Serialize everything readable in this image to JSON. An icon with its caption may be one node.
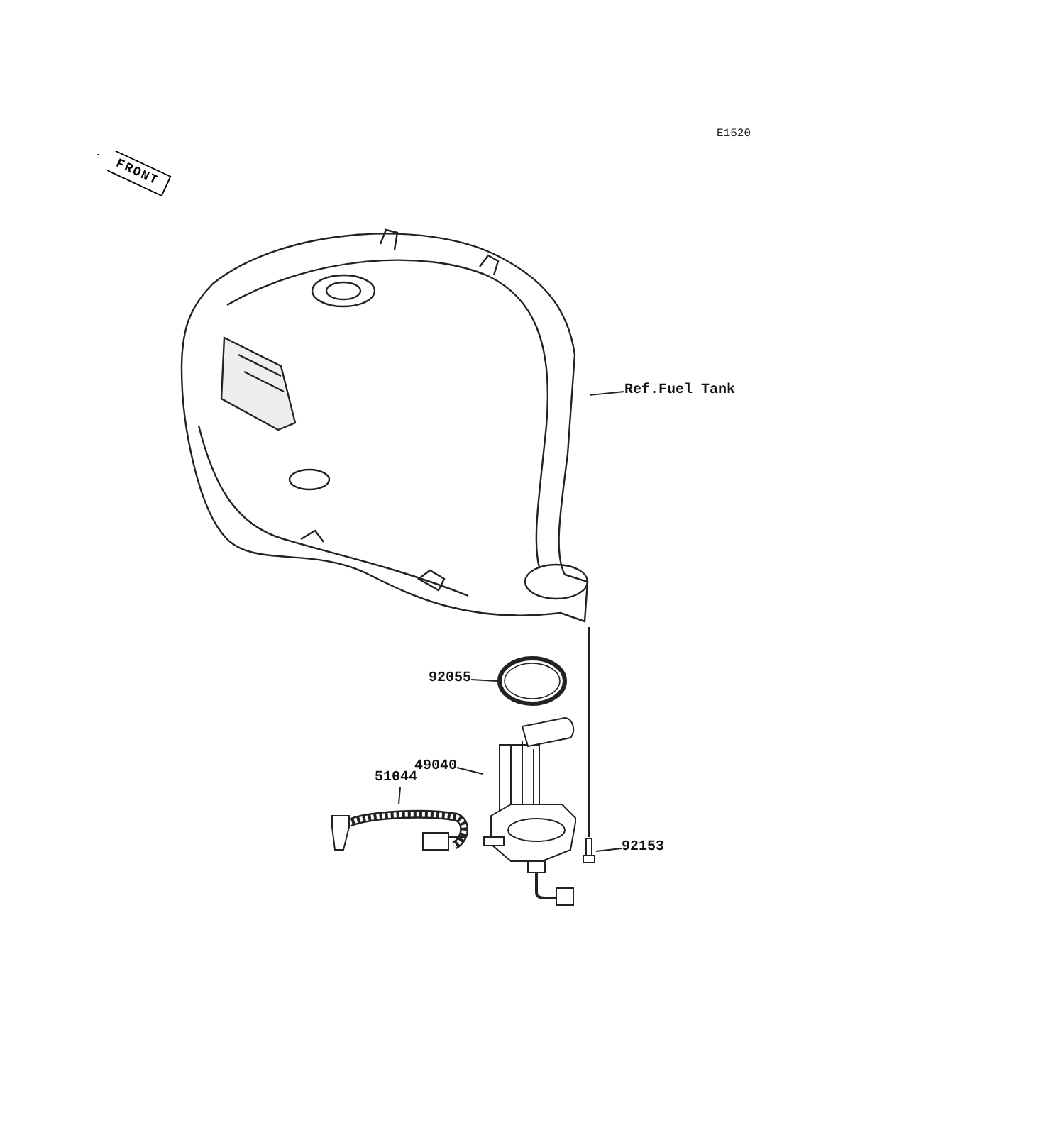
{
  "diagram": {
    "nodes": [
      {
        "text": [
          "Ref.Fuel Tank"
        ]
      },
      {
        "text": [],
        "shape": "picture"
      },
      {
        "text": [
          "92055"
        ]
      },
      {
        "text": [],
        "shape": "picture"
      },
      {
        "text": [
          "49040"
        ]
      },
      {
        "text": [],
        "shape": "picture"
      },
      {
        "text": [
          "51044"
        ]
      },
      {
        "text": [],
        "shape": "picture"
      },
      {
        "text": [
          "92153"
        ]
      },
      {
        "text": [],
        "shape": "picture"
      }
    ],
    "edges": [
      {
        "from": 0,
        "to": 1,
        "arrow": "none"
      },
      {
        "from": 2,
        "to": 3,
        "arrow": "none"
      },
      {
        "from": 4,
        "to": 5,
        "arrow": "none"
      },
      {
        "from": 6,
        "to": 7,
        "arrow": "none"
      },
      {
        "from": 8,
        "to": 9,
        "arrow": "none"
      },
      {
        "from": 1,
        "to": 9,
        "arrow": "none"
      }
    ],
    "labels": [
      "FRONT",
      "E1520"
    ]
  }
}
